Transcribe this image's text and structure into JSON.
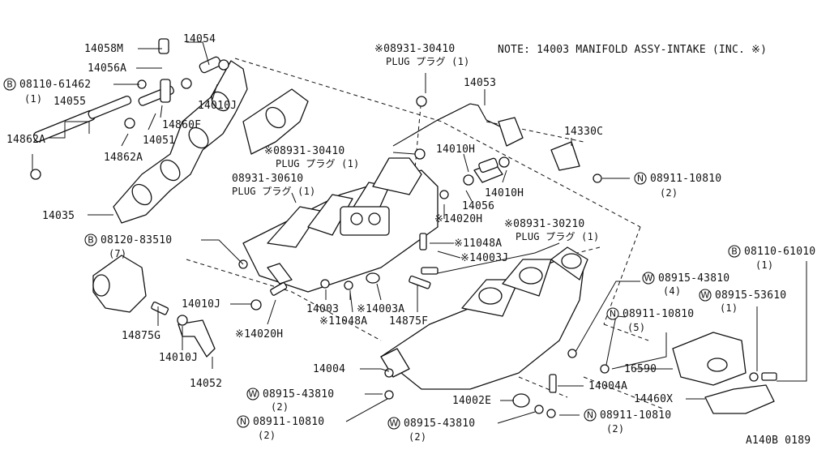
{
  "note": "NOTE: 14003 MANIFOLD ASSY-INTAKE (INC. ※)",
  "diagram_code": "A140B 0189",
  "labels": {
    "p14058M": "14058M",
    "p14054": "14054",
    "p14056A": "14056A",
    "p08110_61462": "08110-61462",
    "q08110_61462": "(1)",
    "p14055": "14055",
    "p14010J_top": "14010J",
    "p14860F": "14860F",
    "p14051": "14051",
    "p14862A_left": "14862A",
    "p14862A_right": "14862A",
    "p14035": "14035",
    "p08931_30410_top": "※08931-30410",
    "plug_top": "PLUG プラグ (1)",
    "p14053": "14053",
    "p14330C": "14330C",
    "p08931_30410_mid": "※08931-30410",
    "plug_mid": "PLUG プラグ (1)",
    "p14010H_left": "14010H",
    "p14010H_right": "14010H",
    "p08911_10810_right": "08911-10810",
    "q08911_10810_right": "(2)",
    "p08931_30610": "08931-30610",
    "plug_30610": "PLUG プラグ (1)",
    "p14056": "14056",
    "p14020H_top": "※14020H",
    "p08931_30210": "※08931-30210",
    "plug_30210": "PLUG プラグ (1)",
    "p11048A_top": "※11048A",
    "p14003J": "※14003J",
    "p08120_83510": "08120-83510",
    "q08120_83510": "(7)",
    "p14010J_mid": "14010J",
    "p14003": "14003",
    "p14003A": "※14003A",
    "p11048A_bot": "※11048A",
    "p14875F": "14875F",
    "p14875G": "14875G",
    "p14010J_bot": "14010J",
    "p14020H_bot": "※14020H",
    "p14052": "14052",
    "p08110_61010": "08110-61010",
    "q08110_61010": "(1)",
    "p08915_43810_r": "08915-43810",
    "q08915_43810_r": "(4)",
    "p08915_53610": "08915-53610",
    "q08915_53610": "(1)",
    "p08911_10810_mid": "08911-10810",
    "q08911_10810_mid": "(5)",
    "p16590": "16590",
    "p14004": "14004",
    "p14004A": "14004A",
    "p08915_43810_l": "08915-43810",
    "q08915_43810_l": "(2)",
    "p14002E": "14002E",
    "p14460X": "14460X",
    "p08911_10810_bl": "08911-10810",
    "q08911_10810_bl": "(2)",
    "p08915_43810_b": "08915-43810",
    "q08915_43810_b": "(2)",
    "p08911_10810_br": "08911-10810",
    "q08911_10810_br": "(2)"
  },
  "symbols": {
    "bolt": "B",
    "nut": "N",
    "washer": "W"
  }
}
